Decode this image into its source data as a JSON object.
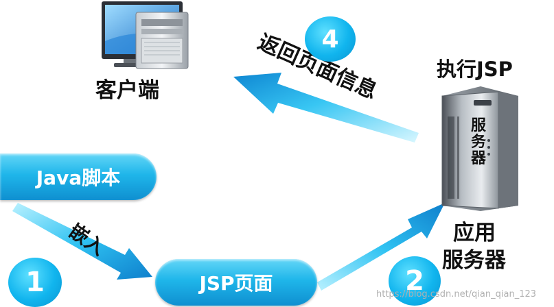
{
  "nodes": {
    "client_label": "客户端",
    "java_script": "Java脚本",
    "jsp_page": "JSP页面",
    "execute_label": "执行JSP",
    "server_body_text": [
      "服",
      "务",
      "器"
    ],
    "app_server_line1": "应用",
    "app_server_line2": "服务器"
  },
  "edges": {
    "embed_label": "嵌入",
    "return_label": "返回页面信息"
  },
  "steps": {
    "one": "1",
    "two": "2",
    "four": "4"
  },
  "watermark": "https://blog.csdn.net/qian_qian_123",
  "colors": {
    "arrow_light": "#8ee6ff",
    "arrow_dark": "#0e7fcc",
    "pill_top": "#63d6f7",
    "pill_bottom": "#0f8fd0"
  }
}
